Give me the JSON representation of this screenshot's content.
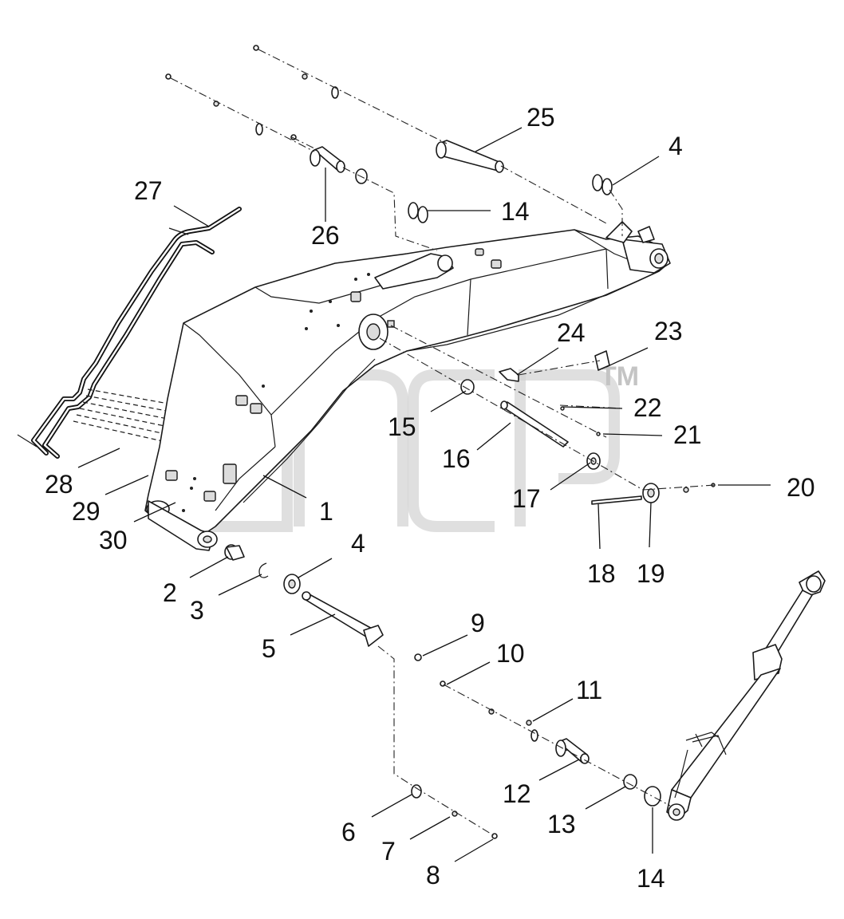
{
  "diagram": {
    "watermark_tm": "TM",
    "callouts": [
      {
        "id": "c1",
        "label": "1"
      },
      {
        "id": "c2",
        "label": "2"
      },
      {
        "id": "c3",
        "label": "3"
      },
      {
        "id": "c4a",
        "label": "4"
      },
      {
        "id": "c4b",
        "label": "4"
      },
      {
        "id": "c5",
        "label": "5"
      },
      {
        "id": "c6",
        "label": "6"
      },
      {
        "id": "c7",
        "label": "7"
      },
      {
        "id": "c8",
        "label": "8"
      },
      {
        "id": "c9",
        "label": "9"
      },
      {
        "id": "c10",
        "label": "10"
      },
      {
        "id": "c11",
        "label": "11"
      },
      {
        "id": "c12",
        "label": "12"
      },
      {
        "id": "c13",
        "label": "13"
      },
      {
        "id": "c14a",
        "label": "14"
      },
      {
        "id": "c14b",
        "label": "14"
      },
      {
        "id": "c15",
        "label": "15"
      },
      {
        "id": "c16",
        "label": "16"
      },
      {
        "id": "c17",
        "label": "17"
      },
      {
        "id": "c18",
        "label": "18"
      },
      {
        "id": "c19",
        "label": "19"
      },
      {
        "id": "c20",
        "label": "20"
      },
      {
        "id": "c21",
        "label": "21"
      },
      {
        "id": "c22",
        "label": "22"
      },
      {
        "id": "c23",
        "label": "23"
      },
      {
        "id": "c24",
        "label": "24"
      },
      {
        "id": "c25",
        "label": "25"
      },
      {
        "id": "c26",
        "label": "26"
      },
      {
        "id": "c27",
        "label": "27"
      },
      {
        "id": "c28",
        "label": "28"
      },
      {
        "id": "c29",
        "label": "29"
      },
      {
        "id": "c30",
        "label": "30"
      }
    ]
  }
}
